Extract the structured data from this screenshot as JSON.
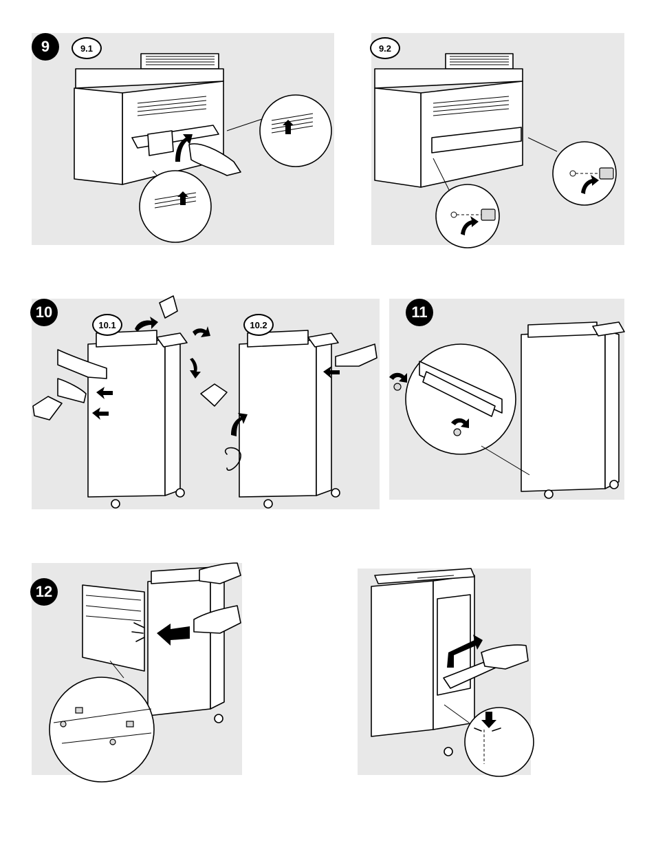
{
  "steps": {
    "s9": "9",
    "s9_1": "9.1",
    "s9_2": "9.2",
    "s10": "10",
    "s10_1": "10.1",
    "s10_2": "10.2",
    "s11": "11",
    "s12": "12"
  },
  "icons": [
    "arrow-icon",
    "screw-icon",
    "hand-icon",
    "caster-icon",
    "power-cord-icon"
  ],
  "colors": {
    "panel": "#e8e8e8",
    "ink": "#000000",
    "paper": "#ffffff"
  }
}
